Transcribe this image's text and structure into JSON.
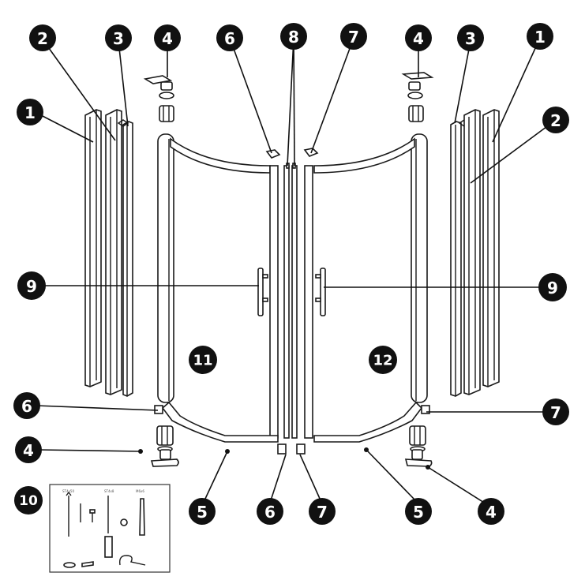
{
  "colors": {
    "badge": "#111111",
    "badge_text": "#ffffff",
    "line": "#1a1a1a",
    "fill": "#ffffff"
  },
  "callouts": [
    {
      "id": "c1a",
      "label": "1"
    },
    {
      "id": "c2a",
      "label": "2"
    },
    {
      "id": "c3a",
      "label": "3"
    },
    {
      "id": "c4a",
      "label": "4"
    },
    {
      "id": "c6a",
      "label": "6"
    },
    {
      "id": "c8",
      "label": "8"
    },
    {
      "id": "c7a",
      "label": "7"
    },
    {
      "id": "c4b",
      "label": "4"
    },
    {
      "id": "c3b",
      "label": "3"
    },
    {
      "id": "c1b",
      "label": "1"
    },
    {
      "id": "c2b",
      "label": "2"
    },
    {
      "id": "c9a",
      "label": "9"
    },
    {
      "id": "c9b",
      "label": "9"
    },
    {
      "id": "c11",
      "label": "11"
    },
    {
      "id": "c12",
      "label": "12"
    },
    {
      "id": "c6b",
      "label": "6"
    },
    {
      "id": "c7b",
      "label": "7"
    },
    {
      "id": "c4c",
      "label": "4"
    },
    {
      "id": "c4d",
      "label": "4"
    },
    {
      "id": "c10",
      "label": "10"
    },
    {
      "id": "c5a",
      "label": "5"
    },
    {
      "id": "c6c",
      "label": "6"
    },
    {
      "id": "c7c",
      "label": "7"
    },
    {
      "id": "c5b",
      "label": "5"
    }
  ]
}
